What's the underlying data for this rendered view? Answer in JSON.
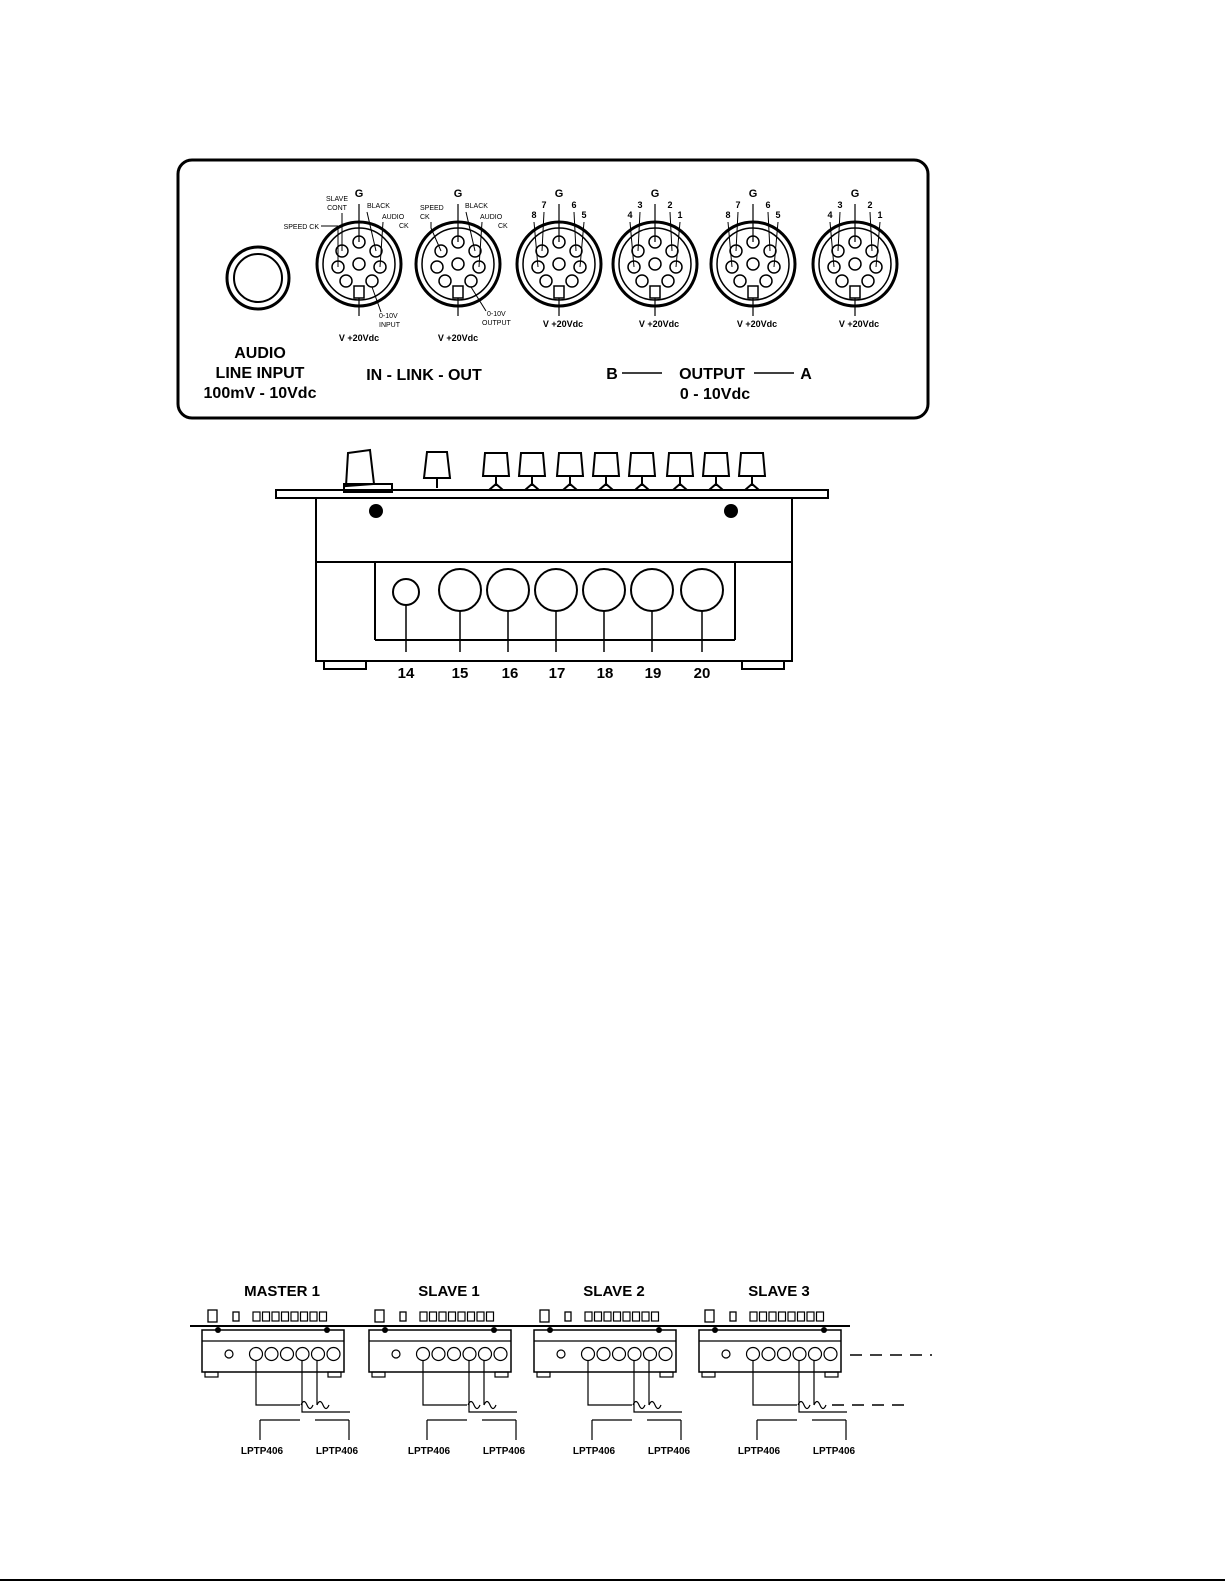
{
  "rear_panel": {
    "audio_input": {
      "title": "AUDIO",
      "line2": "LINE INPUT",
      "line3": "100mV - 10Vdc"
    },
    "link_group_label": "IN - LINK - OUT",
    "output_group": {
      "b_label": "B",
      "title": "OUTPUT",
      "a_label": "A",
      "range": "0 - 10Vdc"
    },
    "link_in": {
      "g": "G",
      "slave_cont_1": "SLAVE",
      "slave_cont_2": "CONT",
      "speed_ck": "SPEED CK",
      "black": "BLACK",
      "audio_ck_1": "AUDIO",
      "audio_ck_2": "CK",
      "v_label": "V +20Vdc",
      "io_1": "0-10V",
      "io_2": "INPUT"
    },
    "link_out": {
      "g": "G",
      "speed_1": "SPEED",
      "speed_2": "CK",
      "black": "BLACK",
      "audio_ck_1": "AUDIO",
      "audio_ck_2": "CK",
      "v_label": "V +20Vdc",
      "io_1": "0-10V",
      "io_2": "OUTPUT"
    },
    "outputs": [
      {
        "g": "G",
        "left_outer": "8",
        "left_inner": "7",
        "right_inner": "6",
        "right_outer": "5",
        "v_label": "V +20Vdc"
      },
      {
        "g": "G",
        "left_outer": "4",
        "left_inner": "3",
        "right_inner": "2",
        "right_outer": "1",
        "v_label": "V +20Vdc"
      },
      {
        "g": "G",
        "left_outer": "8",
        "left_inner": "7",
        "right_inner": "6",
        "right_outer": "5",
        "v_label": "V +20Vdc"
      },
      {
        "g": "G",
        "left_outer": "4",
        "left_inner": "3",
        "right_inner": "2",
        "right_outer": "1",
        "v_label": "V +20Vdc"
      }
    ]
  },
  "side_view": {
    "callouts": [
      "14",
      "15",
      "16",
      "17",
      "18",
      "19",
      "20"
    ]
  },
  "chain": {
    "units": [
      {
        "title": "MASTER 1",
        "left_cable": "LPTP406",
        "right_cable": "LPTP406"
      },
      {
        "title": "SLAVE 1",
        "left_cable": "LPTP406",
        "right_cable": "LPTP406"
      },
      {
        "title": "SLAVE 2",
        "left_cable": "LPTP406",
        "right_cable": "LPTP406"
      },
      {
        "title": "SLAVE 3",
        "left_cable": "LPTP406",
        "right_cable": "LPTP406"
      }
    ]
  }
}
